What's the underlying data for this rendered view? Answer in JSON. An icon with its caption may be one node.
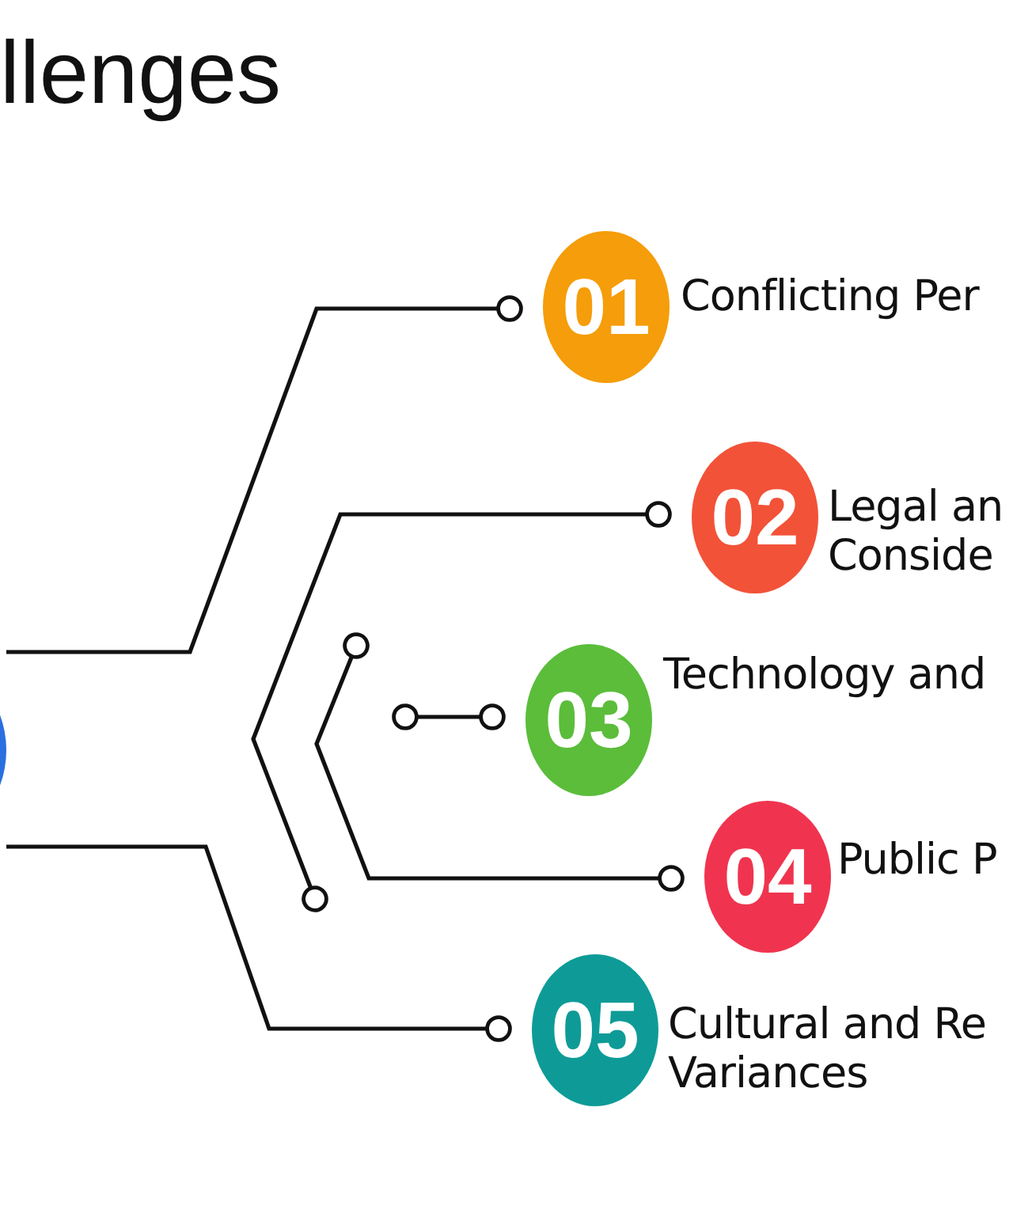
{
  "diagram": {
    "title": "llenges",
    "nodes": [
      {
        "text": [],
        "shape": "circle"
      },
      {
        "text": [
          "01"
        ],
        "beside": [
          "Conflicting Per"
        ]
      },
      {
        "text": [
          "02"
        ],
        "beside": [
          "Legal an Conside"
        ]
      },
      {
        "text": [
          "03"
        ],
        "beside": [
          "Technology and"
        ]
      },
      {
        "text": [
          "04"
        ],
        "beside": [
          "Public P"
        ]
      },
      {
        "text": [
          "05"
        ],
        "beside": [
          "Cultural and Re Variances"
        ]
      }
    ],
    "edges": [
      {
        "from": 0,
        "to": 1,
        "arrow": "other"
      },
      {
        "from": null,
        "to": 2,
        "arrow": "other"
      },
      {
        "from": null,
        "to": 3,
        "arrow": "other"
      },
      {
        "from": null,
        "to": 4,
        "arrow": "other"
      },
      {
        "from": 0,
        "to": 5,
        "arrow": "other"
      }
    ]
  }
}
